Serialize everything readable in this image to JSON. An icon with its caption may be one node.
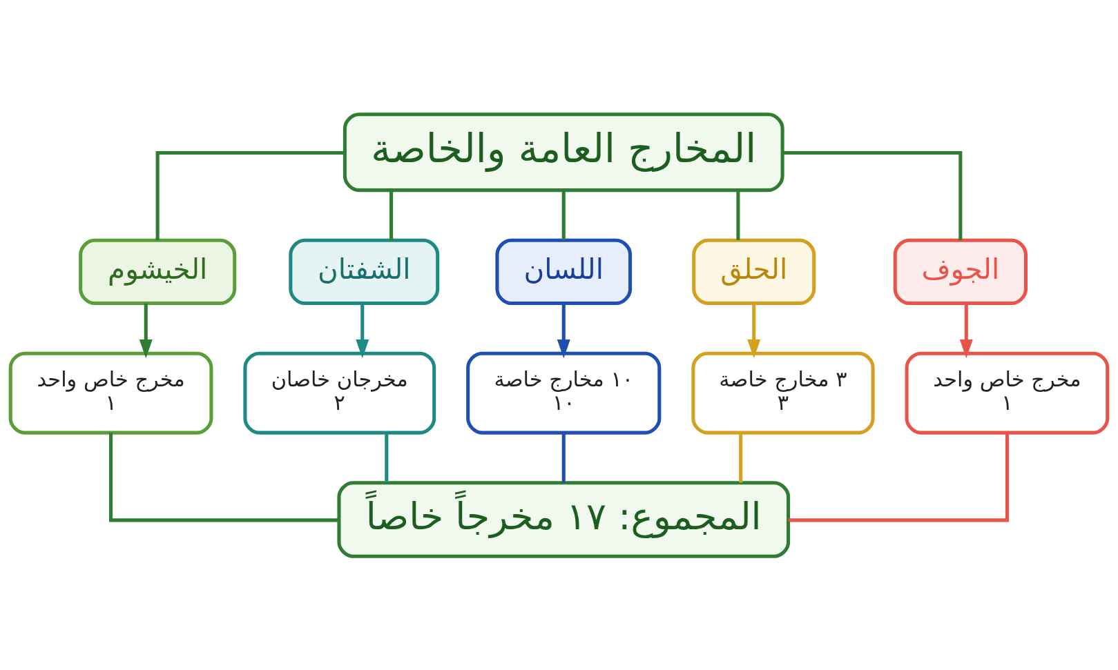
{
  "diagram": {
    "nodes": [
      {
        "text": [
          "المخارج العامة والخاصة"
        ]
      },
      {
        "text": [
          "الجوف"
        ]
      },
      {
        "text": [
          "الحلق"
        ]
      },
      {
        "text": [
          "اللسان"
        ]
      },
      {
        "text": [
          "الشفتان"
        ]
      },
      {
        "text": [
          "الخيشوم"
        ]
      },
      {
        "text": [
          "مخرج خاص واحد",
          "١"
        ]
      },
      {
        "text": [
          "٣ مخارج خاصة",
          "٣"
        ]
      },
      {
        "text": [
          "١٠ مخارج خاصة",
          "١٠"
        ]
      },
      {
        "text": [
          "مخرجان خاصان",
          "٢"
        ]
      },
      {
        "text": [
          "مخرج خاص واحد",
          "١"
        ]
      },
      {
        "text": [
          "المجموع: ١٧ مخرجاً خاصاً"
        ]
      }
    ],
    "edges": [
      {
        "from": 0,
        "to": 1,
        "arrow": "none"
      },
      {
        "from": 0,
        "to": 2,
        "arrow": "none"
      },
      {
        "from": 0,
        "to": 3,
        "arrow": "none"
      },
      {
        "from": 0,
        "to": 4,
        "arrow": "none"
      },
      {
        "from": 0,
        "to": 5,
        "arrow": "none"
      },
      {
        "from": 1,
        "to": 6,
        "arrow": "to",
        "color": "#e8534a"
      },
      {
        "from": 2,
        "to": 7,
        "arrow": "to",
        "color": "#d4a020"
      },
      {
        "from": 3,
        "to": 8,
        "arrow": "to",
        "color": "#1f4fb0"
      },
      {
        "from": 4,
        "to": 9,
        "arrow": "to",
        "color": "#1f8a84"
      },
      {
        "from": 5,
        "to": 10,
        "arrow": "to"
      },
      {
        "from": 6,
        "to": 11,
        "arrow": "none",
        "color": "#e8534a"
      },
      {
        "from": 7,
        "to": 11,
        "arrow": "none",
        "color": "#d4a020"
      },
      {
        "from": 8,
        "to": 11,
        "arrow": "none",
        "color": "#1f4fb0"
      },
      {
        "from": 9,
        "to": 11,
        "arrow": "none",
        "color": "#1f8a84"
      },
      {
        "from": 10,
        "to": 11,
        "arrow": "none"
      }
    ]
  }
}
